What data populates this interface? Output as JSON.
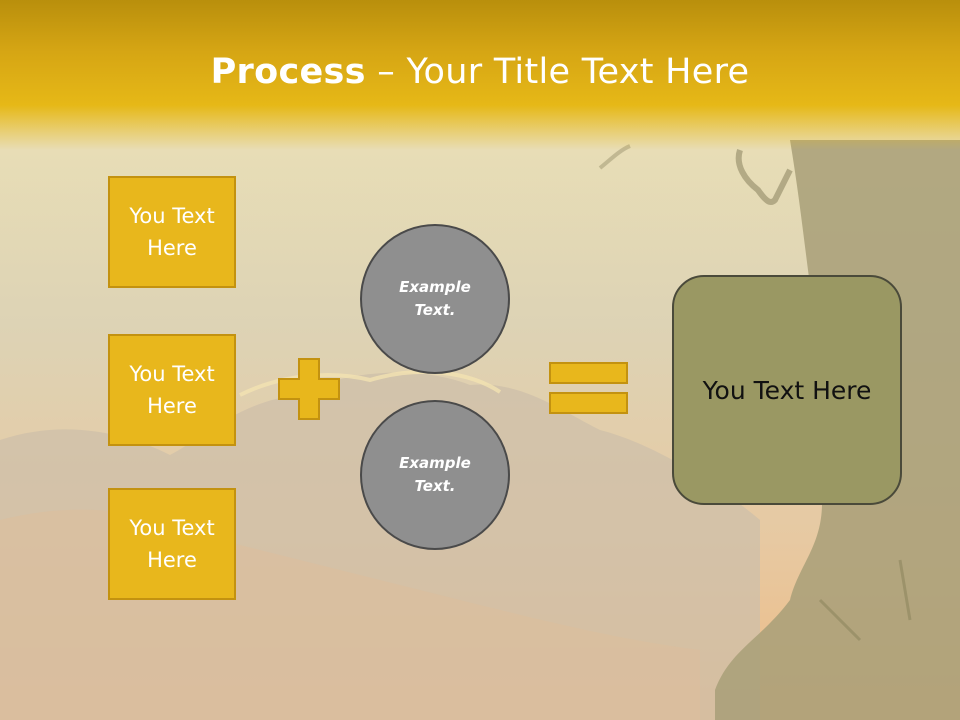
{
  "title": {
    "strong": "Process",
    "rest": " – Your Title Text Here"
  },
  "boxes": [
    {
      "label": "You Text Here"
    },
    {
      "label": "You Text Here"
    },
    {
      "label": "You Text Here"
    }
  ],
  "circles": [
    {
      "label": "Example Text."
    },
    {
      "label": "Example Text."
    }
  ],
  "result": {
    "label": "You Text Here"
  },
  "colors": {
    "header": "#e6b817",
    "box": "#e8b71c",
    "circle": "#8f8f8f",
    "result": "#9a9863"
  },
  "icons": {
    "plus": "plus-icon",
    "equals": "equals-icon"
  }
}
